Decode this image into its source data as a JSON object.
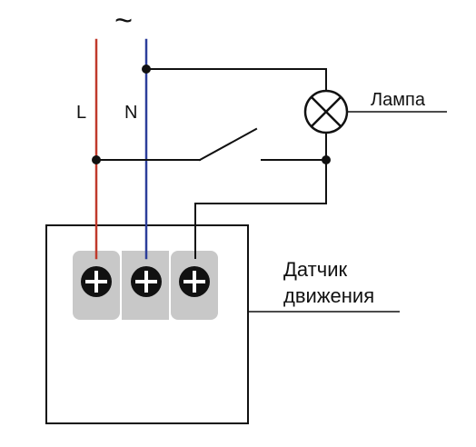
{
  "labels": {
    "ac_symbol": "~",
    "line_L": "L",
    "line_N": "N",
    "lamp": "Лампа",
    "sensor_line1": "Датчик",
    "sensor_line2": "движения"
  },
  "colors": {
    "phase_wire": "#c0392b",
    "neutral_wire": "#2c3e9a",
    "wire": "#111111",
    "terminal_block": "#c8c8c8",
    "box_border": "#111111"
  },
  "icons": {
    "lamp": "lamp-cross-circle-icon",
    "switch": "switch-contact-icon",
    "terminal": "screw-terminal-icon"
  }
}
